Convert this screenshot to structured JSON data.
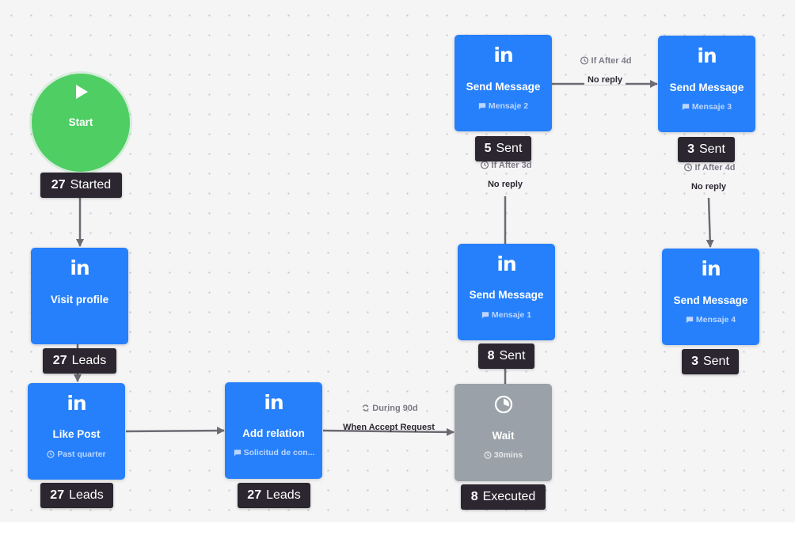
{
  "start": {
    "label": "Start",
    "stat_value": "27",
    "stat_label": "Started"
  },
  "nodes": {
    "visit_profile": {
      "icon": "in",
      "title": "Visit profile",
      "stat_value": "27",
      "stat_label": "Leads"
    },
    "like_post": {
      "icon": "in",
      "title": "Like Post",
      "subtitle": "Past quarter",
      "stat_value": "27",
      "stat_label": "Leads"
    },
    "add_relation": {
      "icon": "in",
      "title": "Add relation",
      "subtitle": "Solicitud de con...",
      "stat_value": "27",
      "stat_label": "Leads"
    },
    "wait": {
      "title": "Wait",
      "subtitle": "30mins",
      "stat_value": "8",
      "stat_label": "Executed"
    },
    "msg1": {
      "icon": "in",
      "title": "Send Message",
      "subtitle": "Mensaje 1",
      "stat_value": "8",
      "stat_label": "Sent"
    },
    "msg2": {
      "icon": "in",
      "title": "Send Message",
      "subtitle": "Mensaje 2",
      "stat_value": "5",
      "stat_label": "Sent"
    },
    "msg3": {
      "icon": "in",
      "title": "Send Message",
      "subtitle": "Mensaje 3",
      "stat_value": "3",
      "stat_label": "Sent"
    },
    "msg4": {
      "icon": "in",
      "title": "Send Message",
      "subtitle": "Mensaje 4",
      "stat_value": "3",
      "stat_label": "Sent"
    }
  },
  "edges": {
    "add_to_wait": {
      "condition": "During 90d",
      "label": "When Accept Request"
    },
    "msg1_to_msg2": {
      "condition": "If After 3d",
      "label": "No reply"
    },
    "msg2_to_msg3": {
      "condition": "If After 4d",
      "label": "No reply"
    },
    "msg3_to_msg4": {
      "condition": "If After 4d",
      "label": "No reply"
    }
  },
  "colors": {
    "linkedin_node": "#2680fb",
    "start_node": "#4fce63",
    "wait_node": "#9aa1a8",
    "badge": "#2b2630",
    "edge": "#6e6a73"
  }
}
